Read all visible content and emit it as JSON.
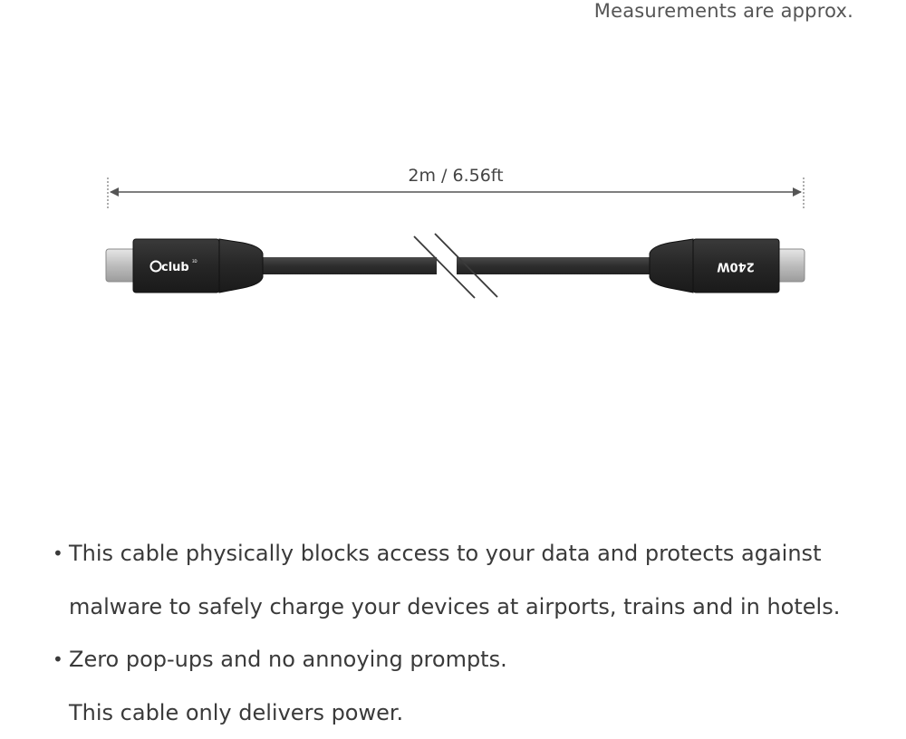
{
  "note": "Measurements are approx.",
  "dimension_label": "2m / 6.56ft",
  "connector_left_brand": "club",
  "connector_left_brand_superscript": "3D",
  "connector_right_label": "240W",
  "bullets": [
    {
      "lines": [
        "This cable physically blocks access to your data and protects against",
        "malware to safely charge your devices at airports, trains and in hotels."
      ]
    },
    {
      "lines": [
        "Zero pop-ups and no annoying prompts.",
        "This cable only delivers power."
      ]
    }
  ],
  "colors": {
    "connector_body": "#2b2b2b",
    "cable": "#333333",
    "plug_metal": "#c4c4c4",
    "text": "#3a3a3a",
    "dimension_line": "#555555"
  }
}
